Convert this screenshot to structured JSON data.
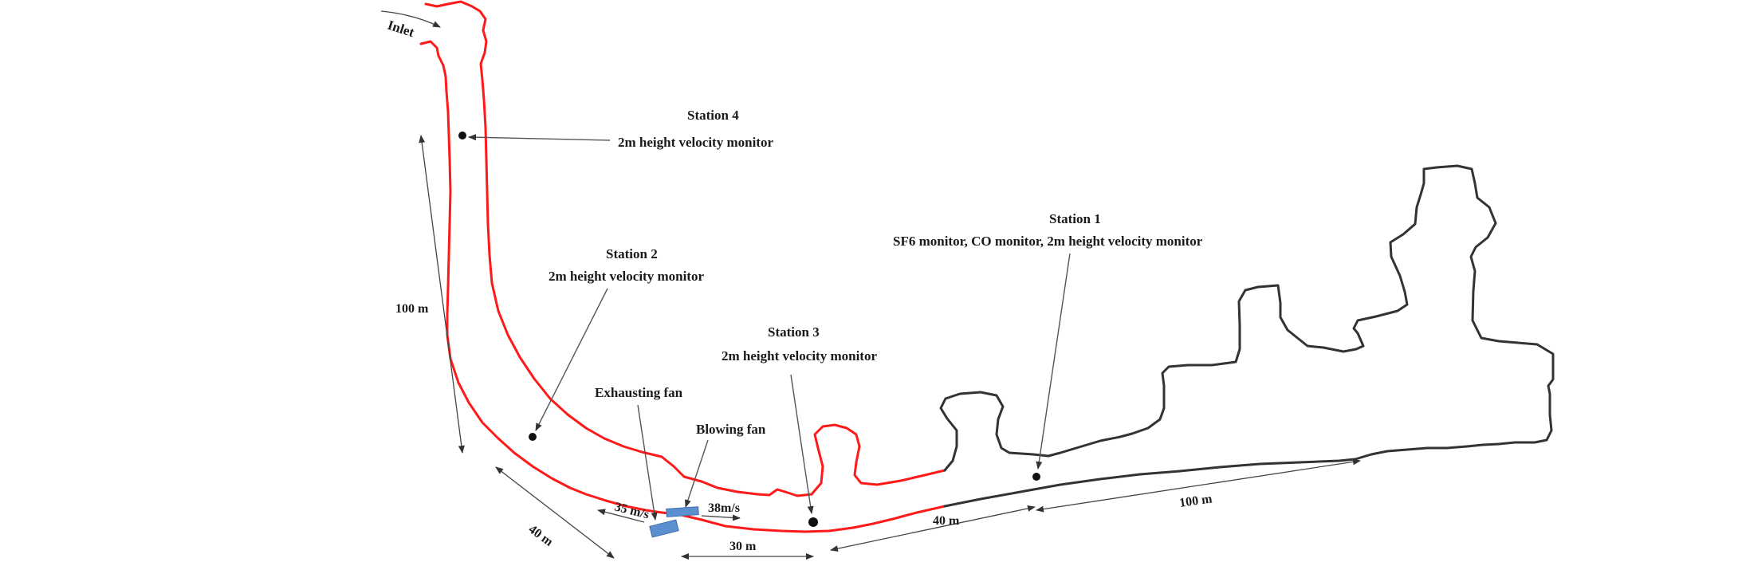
{
  "colors": {
    "upstream_tunnel": "#ff1a1a",
    "downstream_tunnel": "#333333",
    "fan": "#5b8fd0",
    "station_marker": "#111111"
  },
  "labels": {
    "inlet": "Inlet",
    "station4_title": "Station 4",
    "station4_desc": "2m height velocity monitor",
    "station2_title": "Station 2",
    "station2_desc": "2m height velocity monitor",
    "station3_title": "Station 3",
    "station3_desc": "2m height velocity monitor",
    "station1_title": "Station 1",
    "station1_desc": "SF6 monitor, CO monitor, 2m height velocity monitor",
    "exhausting_fan": "Exhausting fan",
    "blowing_fan": "Blowing fan",
    "exhaust_velocity": "35 m/s",
    "blow_velocity": "38m/s"
  },
  "dimensions": {
    "vertical_section": "100 m",
    "bend_section": "40 m",
    "fan_section": "30 m",
    "downstream_short": "40 m",
    "downstream_long": "100 m"
  }
}
